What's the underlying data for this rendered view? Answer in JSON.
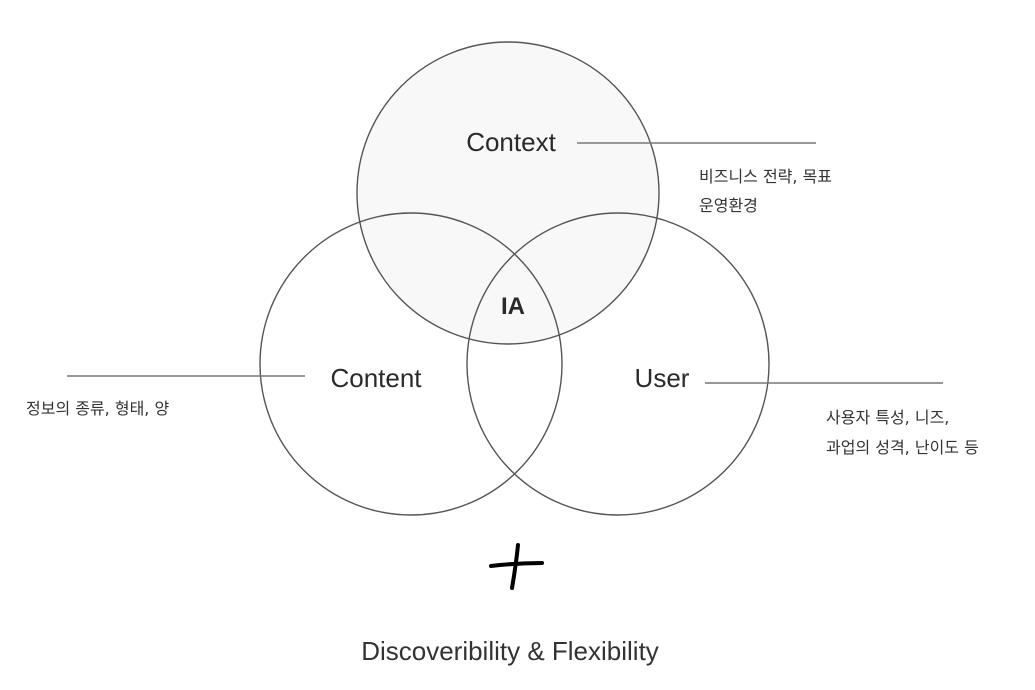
{
  "diagram": {
    "center": {
      "label": "IA"
    },
    "context": {
      "label": "Context",
      "description": [
        "비즈니스 전략, 목표",
        "운영환경"
      ]
    },
    "content": {
      "label": "Content",
      "description": [
        "정보의 종류, 형태, 양"
      ]
    },
    "user": {
      "label": "User",
      "description": [
        "사용자 특성, 니즈,",
        "과업의 성격, 난이도 등"
      ]
    },
    "plus_icon": "handwritten-plus",
    "footer": "Discoveribility & Flexibility"
  }
}
